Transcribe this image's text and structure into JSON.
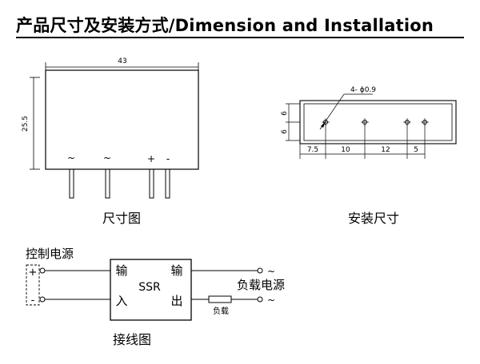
{
  "header": {
    "title": "产品尺寸及安装方式/Dimension and  Installation"
  },
  "dimension_drawing": {
    "width_label": "43",
    "height_label": "25.5",
    "pins": [
      "~",
      "~",
      "+",
      "-"
    ],
    "caption": "尺寸图"
  },
  "mounting_drawing": {
    "hole_label": "4- ϕ0.9",
    "side_labels": [
      "6",
      "6"
    ],
    "spacing_labels": [
      "7.5",
      "10",
      "12",
      "5"
    ],
    "caption": "安装尺寸"
  },
  "wiring_diagram": {
    "control_label": "控制电源",
    "plus": "+",
    "minus": "-",
    "input_top": "输",
    "input_bottom": "入",
    "output_top": "输",
    "output_bottom": "出",
    "device": "SSR",
    "load_source_label": "负载电源",
    "ac_top": "~",
    "ac_bottom": "~",
    "load_label": "负载",
    "caption": "接线图"
  }
}
